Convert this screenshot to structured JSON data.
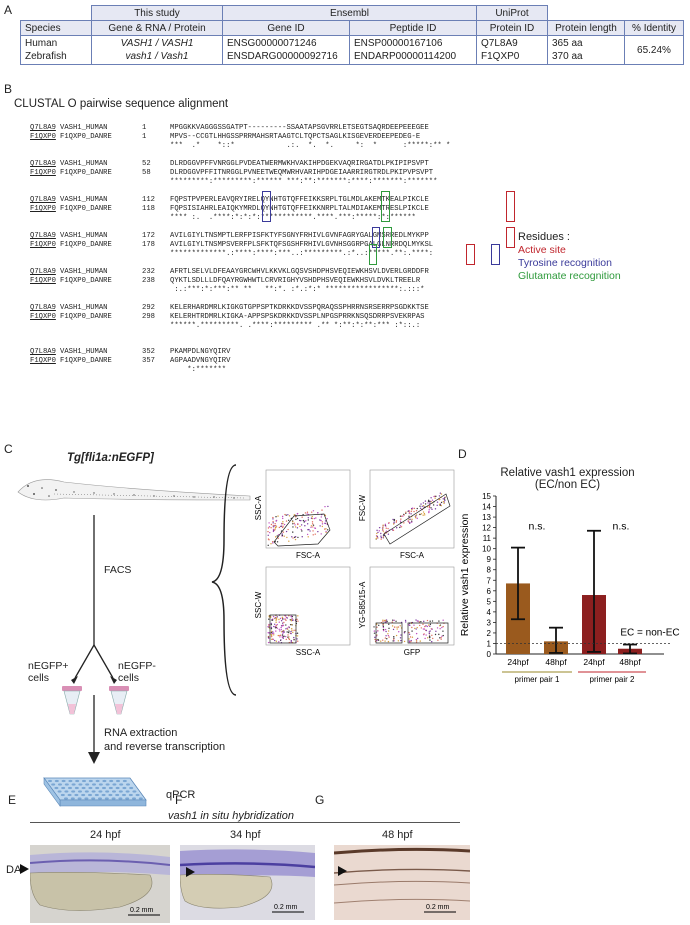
{
  "panels": {
    "A": "A",
    "B": "B",
    "C": "C",
    "D": "D",
    "E": "E",
    "F": "F",
    "G": "G"
  },
  "table": {
    "group_headers": [
      "This study",
      "Ensembl",
      "UniProt"
    ],
    "col_headers": [
      "Species",
      "Gene & RNA / Protein",
      "Gene ID",
      "Peptide ID",
      "Protein ID",
      "Protein length",
      "% Identity"
    ],
    "rows": [
      {
        "species": "Human",
        "gene": "VASH1 / VASH1",
        "gene_id": "ENSG00000071246",
        "peptide_id": "ENSP00000167106",
        "protein_id": "Q7L8A9",
        "length": "365 aa"
      },
      {
        "species": "Zebrafish",
        "gene": "vash1 / Vash1",
        "gene_id": "ENSDARG00000092716",
        "peptide_id": "ENDARP00000114200",
        "protein_id": "F1QXP0",
        "length": "370 aa"
      }
    ],
    "identity": "65.24%"
  },
  "alignment": {
    "title": "CLUSTAL O  pairwise sequence alignment",
    "blocks": [
      {
        "id1": "Q7L8A9",
        "name1": "VASH1_HUMAN",
        "n1": "1",
        "s1": "MPGGKKVAGGGSSGATPT---------SSAATAPSGVRRLETSEGTSAQRDEEPEEEGEE",
        "id2": "F1QXP0",
        "name2": "F1QXP0_DANRE",
        "n2": "1",
        "s2": "MPVS--CCGTLHHGSSPRRMAHSRTAAGTCLTQPCTSAGLKISGEVERDEEPEDEG-E",
        "cons": "***  .*    *::*            .:.  *.  *.     *:  *      :*****:** *"
      },
      {
        "id1": "Q7L8A9",
        "name1": "VASH1_HUMAN",
        "n1": "52",
        "s1": "DLRDGGVPFFVNRGGLPVDEATWERMWKHVAKIHPDGEKVAQRIRGATDLPKIPIPSVPT",
        "id2": "F1QXP0",
        "name2": "F1QXP0_DANRE",
        "n2": "58",
        "s2": "DLRDGGVPFFITNRGGLPVNEETWEQMWRHVARIHPDGEIAARRIRGTRDLPKIPVPSVPT",
        "cons": "*********:*********:****** ***:**:*******:****:*******:*******"
      },
      {
        "id1": "Q7L8A9",
        "name1": "VASH1_HUMAN",
        "n1": "112",
        "s1": "FQPSTPVPERLEAVQRYIRELQYNHTGTQFFEIKKSRPLTGLMDLAKEMTKEALPIKCLE",
        "id2": "F1QXP0",
        "name2": "F1QXP0_DANRE",
        "n2": "118",
        "s2": "FQPSISIAHRLEAIQKYMRDLQYNHTGTQFFEIKKNRPLTALMDIAKEMTRESLPIKCLE",
        "cons": "**** :.  .****:*:*:*:************.****.***:*****:*:******"
      },
      {
        "id1": "Q7L8A9",
        "name1": "VASH1_HUMAN",
        "n1": "172",
        "s1": "AVILGIYLTNSMPTLERFPISFKTYFSGNYFRHIVLGVNFAGRYGALGMSRREDLMYKPP",
        "id2": "F1QXP0",
        "name2": "F1QXP0_DANRE",
        "n2": "178",
        "s2": "AVILGIYLTNSMPSVERFPLSFKTQFSGSHFRHIVLGVNHSGGRPGALGLNRRDQLMYKSL",
        "cons": "*************.:****:****:***..:*********.:*..:*****.**:.****:"
      },
      {
        "id1": "Q7L8A9",
        "name1": "VASH1_HUMAN",
        "n1": "232",
        "s1": "AFRTLSELVLDFEAAYGRCWHVLKKVKLGQSVSHDPHSVEQIEWKHSVLDVERLGRDDFR",
        "id2": "F1QXP0",
        "name2": "F1QXP0_DANRE",
        "n2": "238",
        "s2": "QYKTLSDLLLDFQAYRGWHWTLCRVRIGHYVSHDPHSVEQIEWKHSVLDVKLTREELR",
        "cons": " :.:***:*:***:** **   **:*. :*.:*:* *****************:.:::*"
      },
      {
        "id1": "Q7L8A9",
        "name1": "VASH1_HUMAN",
        "n1": "292",
        "s1": "KELERHARDMRLKIGKGTGPPSPTKDRKKDVSSPQRAQSSPHRRNSRSERRPSGDKKTSE",
        "id2": "F1QXP0",
        "name2": "F1QXP0_DANRE",
        "n2": "298",
        "s2": "KELERHTRDMRLKIGKA-APPSPSKDRKKDVSSPLNPGSPRRKNSQSDRRPSVEKRPAS",
        "cons": "******.*********. .****:********* .** *:**:*:**:*** :*::.:"
      },
      {
        "id1": "Q7L8A9",
        "name1": "VASH1_HUMAN",
        "n1": "352",
        "s1": "PKAMPDLNGYQIRV",
        "id2": "F1QXP0",
        "name2": "F1QXP0_DANRE",
        "n2": "357",
        "s2": "AGPAADVNGYQIRV",
        "cons": "    *:*******"
      }
    ],
    "legend": {
      "title": "Residues :",
      "items": [
        {
          "label": "Active site",
          "color": "#c0262d"
        },
        {
          "label": "Tyrosine recognition",
          "color": "#3a3a9a"
        },
        {
          "label": "Glutamate recognition",
          "color": "#2f9a3c"
        }
      ]
    }
  },
  "facs": {
    "line": "Tg[fli1a:nEGFP]",
    "facs_label": "FACS",
    "pos_cells": "nEGFP+\ncells",
    "neg_cells": "nEGFP-\ncells",
    "rna": "RNA extraction\nand reverse transcription",
    "qpcr": "qPCR",
    "plots": [
      {
        "y": "SSC-A",
        "x": "FSC-A"
      },
      {
        "y": "FSC-W",
        "x": "FSC-A"
      },
      {
        "y": "SSC-W",
        "x": "SSC-A"
      },
      {
        "y": "YG-585/15-A",
        "x": "GFP"
      }
    ]
  },
  "chart_data": {
    "type": "bar",
    "title": "Relative vash1 expression",
    "subtitle": "(EC/non EC)",
    "ylabel": "Relative vash1 expression",
    "ylim": [
      0,
      15
    ],
    "yticks": [
      0,
      1,
      2,
      3,
      4,
      5,
      6,
      7,
      8,
      9,
      10,
      11,
      12,
      13,
      14,
      15
    ],
    "categories": [
      "24hpf",
      "48hpf",
      "24hpf",
      "48hpf"
    ],
    "values": [
      6.7,
      1.2,
      5.6,
      0.5
    ],
    "err_low": [
      3.3,
      0.1,
      0.2,
      0.05
    ],
    "err_high": [
      10.1,
      2.5,
      11.7,
      0.9
    ],
    "colors": [
      "#9a5a1e",
      "#9a5a1e",
      "#8c1f1f",
      "#8c1f1f"
    ],
    "groups": [
      {
        "label": "primer pair 1",
        "color": "#9a8a2a"
      },
      {
        "label": "primer pair 2",
        "color": "#c0262d"
      }
    ],
    "sig": [
      "n.s.",
      "n.s."
    ],
    "reference_line": {
      "y": 1,
      "label": "EC = non-EC"
    }
  },
  "ish": {
    "title": "vash1 in situ hybridization",
    "panels": [
      {
        "time": "24 hpf",
        "scale": "0.2 mm"
      },
      {
        "time": "34 hpf",
        "scale": "0.2 mm"
      },
      {
        "time": "48 hpf",
        "scale": "0.2 mm"
      }
    ],
    "da_label": "DA"
  }
}
